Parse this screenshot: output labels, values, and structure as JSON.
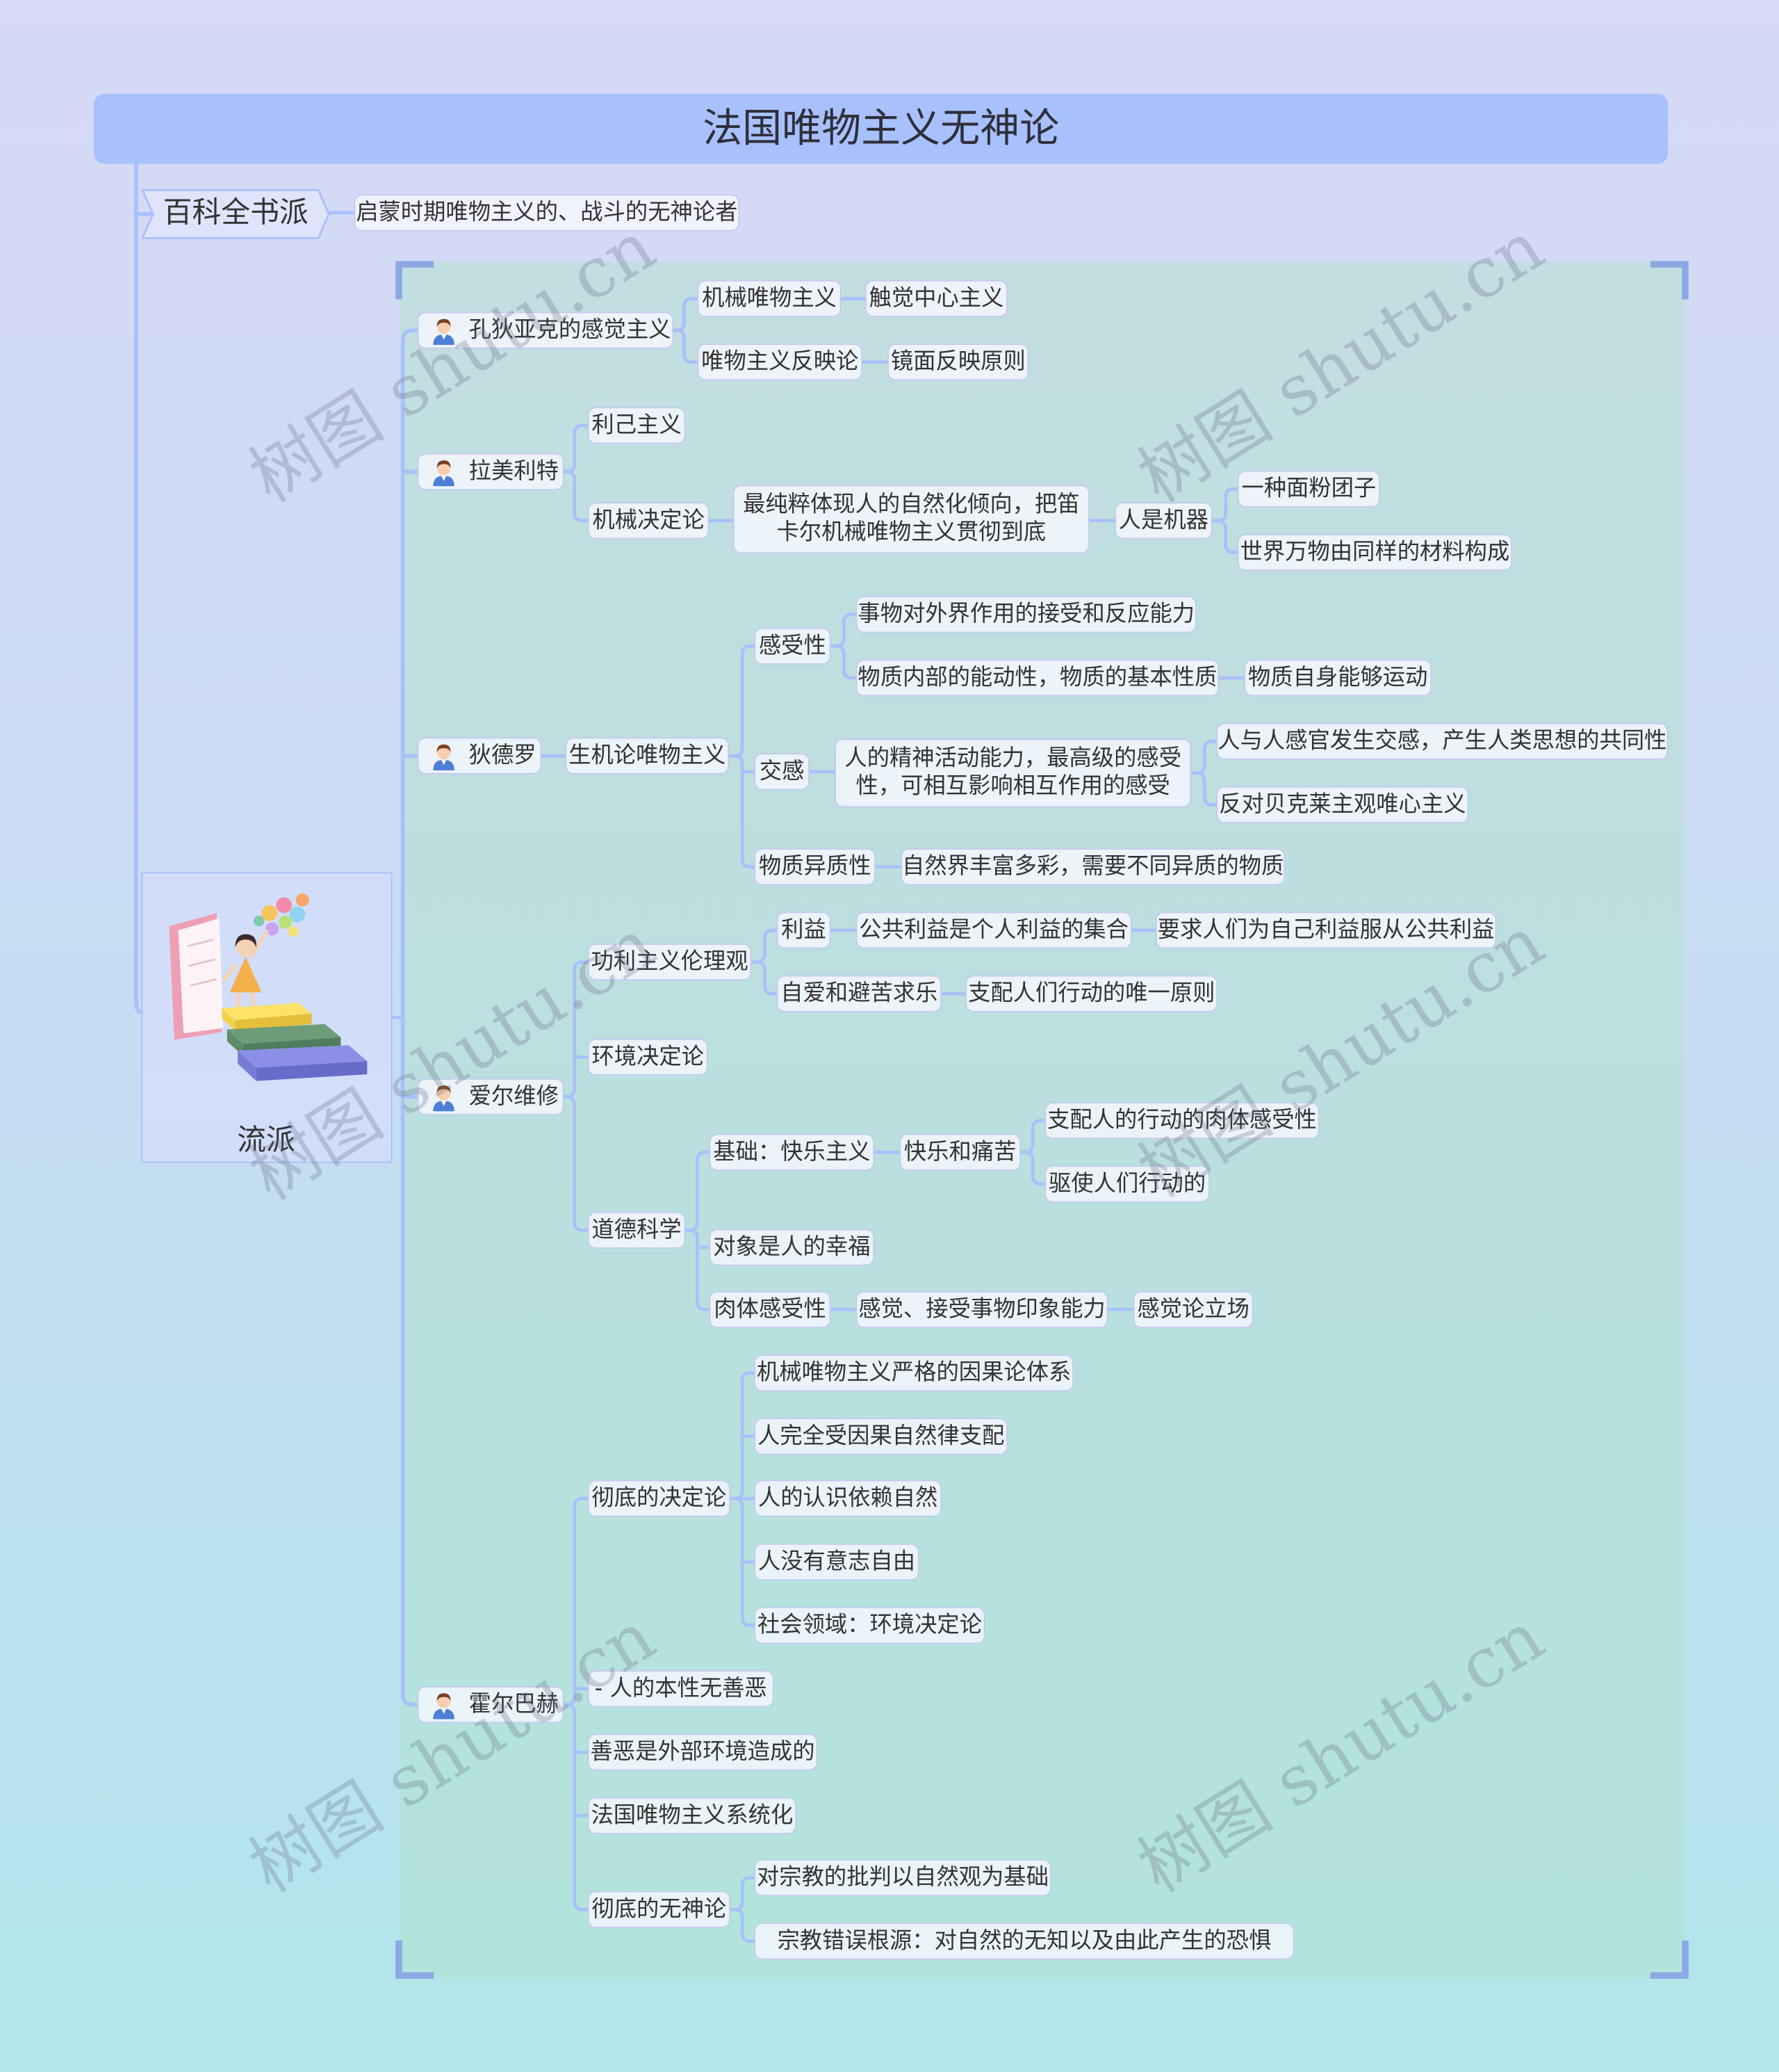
{
  "title": "法国唯物主义无神论",
  "watermark": "树图 shutu.cn",
  "colors": {
    "background_top": "#d7d9f6",
    "background_bottom": "#b2e6ea",
    "title_bar": "#a8c0fb",
    "connector": "#a9c0fb",
    "panel": "#b0e2c8",
    "panel_corner": "#8ea8e6"
  },
  "icons": {
    "person": "person-avatar-icon",
    "schools": "books-illustration"
  },
  "encyclopedists": {
    "label": "百科全书派",
    "children": [
      {
        "label": "启蒙时期唯物主义的、战斗的无神论者"
      }
    ]
  },
  "schools": {
    "label": "流派",
    "people": [
      {
        "label": "孔狄亚克的感觉主义",
        "children": [
          {
            "label": "机械唯物主义",
            "children": [
              {
                "label": "触觉中心主义"
              }
            ]
          },
          {
            "label": "唯物主义反映论",
            "children": [
              {
                "label": "镜面反映原则"
              }
            ]
          }
        ]
      },
      {
        "label": "拉美利特",
        "children": [
          {
            "label": "利己主义"
          },
          {
            "label": "机械决定论",
            "children": [
              {
                "label": "最纯粹体现人的自然化倾向，把笛卡尔机械唯物主义贯彻到底",
                "children": [
                  {
                    "label": "人是机器",
                    "children": [
                      {
                        "label": "一种面粉团子"
                      },
                      {
                        "label": "世界万物由同样的材料构成"
                      }
                    ]
                  }
                ]
              }
            ]
          }
        ]
      },
      {
        "label": "狄德罗",
        "children": [
          {
            "label": "生机论唯物主义",
            "children": [
              {
                "label": "感受性",
                "children": [
                  {
                    "label": "事物对外界作用的接受和反应能力"
                  },
                  {
                    "label": "物质内部的能动性，物质的基本性质",
                    "children": [
                      {
                        "label": "物质自身能够运动"
                      }
                    ]
                  }
                ]
              },
              {
                "label": "交感",
                "children": [
                  {
                    "label": "人的精神活动能力，最高级的感受性，可相互影响相互作用的感受",
                    "children": [
                      {
                        "label": "人与人感官发生交感，产生人类思想的共同性"
                      },
                      {
                        "label": "反对贝克莱主观唯心主义"
                      }
                    ]
                  }
                ]
              },
              {
                "label": "物质异质性",
                "children": [
                  {
                    "label": "自然界丰富多彩，需要不同异质的物质"
                  }
                ]
              }
            ]
          }
        ]
      },
      {
        "label": "爱尔维修",
        "children": [
          {
            "label": "功利主义伦理观",
            "children": [
              {
                "label": "利益",
                "children": [
                  {
                    "label": "公共利益是个人利益的集合",
                    "children": [
                      {
                        "label": "要求人们为自己利益服从公共利益"
                      }
                    ]
                  }
                ]
              },
              {
                "label": "自爱和避苦求乐",
                "children": [
                  {
                    "label": "支配人们行动的唯一原则"
                  }
                ]
              }
            ]
          },
          {
            "label": "环境决定论"
          },
          {
            "label": "道德科学",
            "children": [
              {
                "label": "基础：快乐主义",
                "children": [
                  {
                    "label": "快乐和痛苦",
                    "children": [
                      {
                        "label": "支配人的行动的肉体感受性"
                      },
                      {
                        "label": "驱使人们行动的"
                      }
                    ]
                  }
                ]
              },
              {
                "label": "对象是人的幸福"
              },
              {
                "label": "肉体感受性",
                "children": [
                  {
                    "label": "感觉、接受事物印象能力",
                    "children": [
                      {
                        "label": "感觉论立场"
                      }
                    ]
                  }
                ]
              }
            ]
          }
        ]
      },
      {
        "label": "霍尔巴赫",
        "children": [
          {
            "label": "彻底的决定论",
            "children": [
              {
                "label": "机械唯物主义严格的因果论体系"
              },
              {
                "label": "人完全受因果自然律支配"
              },
              {
                "label": "人的认识依赖自然"
              },
              {
                "label": "人没有意志自由"
              },
              {
                "label": "社会领域：环境决定论"
              }
            ]
          },
          {
            "label": "- 人的本性无善恶"
          },
          {
            "label": "善恶是外部环境造成的"
          },
          {
            "label": "法国唯物主义系统化"
          },
          {
            "label": "彻底的无神论",
            "children": [
              {
                "label": "对宗教的批判以自然观为基础"
              },
              {
                "label": "宗教错误根源：对自然的无知以及由此产生的恐惧"
              }
            ]
          }
        ]
      }
    ]
  }
}
